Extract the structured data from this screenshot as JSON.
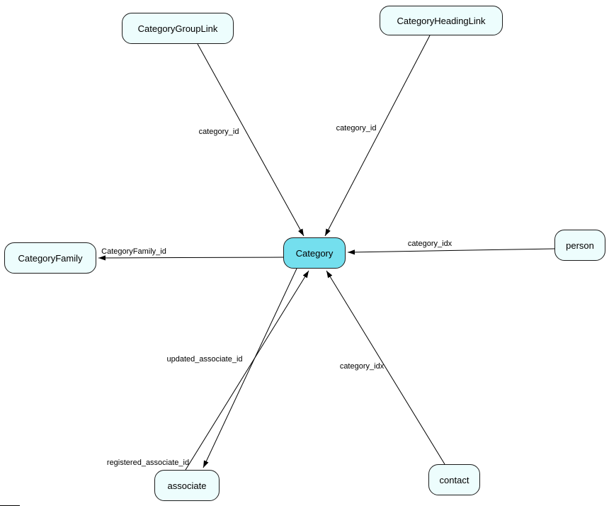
{
  "diagram": {
    "nodes": {
      "categoryGroupLink": {
        "label": "CategoryGroupLink"
      },
      "categoryHeadingLink": {
        "label": "CategoryHeadingLink"
      },
      "categoryFamily": {
        "label": "CategoryFamily"
      },
      "person": {
        "label": "person"
      },
      "category": {
        "label": "Category"
      },
      "associate": {
        "label": "associate"
      },
      "contact": {
        "label": "contact"
      }
    },
    "edges": {
      "groupLink_to_category": {
        "label": "category_id"
      },
      "headingLink_to_category": {
        "label": "category_id"
      },
      "category_to_categoryFamily": {
        "label": "CategoryFamily_id"
      },
      "person_to_category": {
        "label": "category_idx"
      },
      "contact_to_category": {
        "label": "category_idx"
      },
      "associate_to_category": {
        "label": "updated_associate_id"
      },
      "category_to_associate": {
        "label": "registered_associate_id"
      }
    },
    "colors": {
      "node_fill": "#edfdfd",
      "center_node_fill": "#74dfee",
      "node_border": "#1c1c1c",
      "edge": "#000000",
      "background": "#ffffff"
    }
  }
}
